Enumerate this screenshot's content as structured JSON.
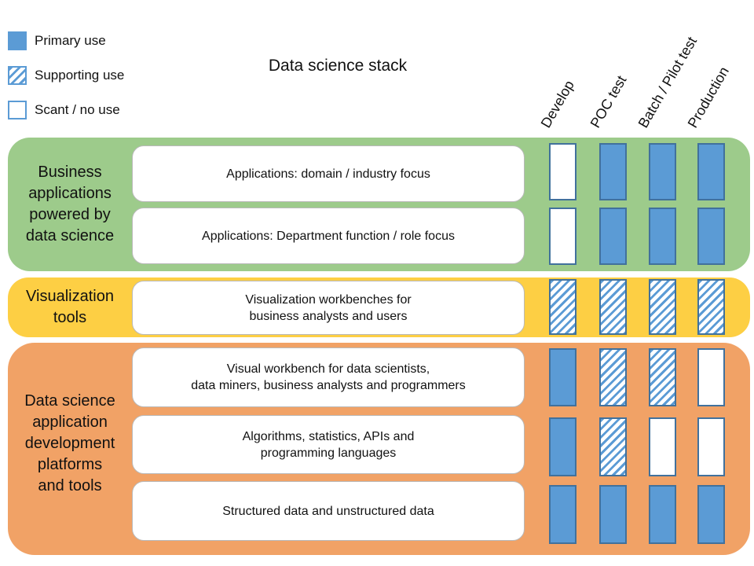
{
  "title": "Data science stack",
  "colors": {
    "primary_blue": "#5B9BD5",
    "cell_border": "#41719C",
    "green_band": "#9DCB8B",
    "yellow_band": "#FDCF44",
    "orange_band": "#F1A266"
  },
  "legend": {
    "items": [
      {
        "label": "Primary use",
        "fill": "primary"
      },
      {
        "label": "Supporting use",
        "fill": "supporting"
      },
      {
        "label": "Scant / no use",
        "fill": "none"
      }
    ]
  },
  "columns": [
    "Develop",
    "POC test",
    "Batch / Pilot test",
    "Production"
  ],
  "bands": [
    {
      "label": "Business applications powered by data science",
      "label_lines": [
        "Business",
        "applications",
        "powered by",
        "data science"
      ],
      "color": "#9DCB8B",
      "rows": [
        {
          "lines": [
            "Applications: domain / industry focus"
          ],
          "cells": [
            "none",
            "primary",
            "primary",
            "primary"
          ]
        },
        {
          "lines": [
            "Applications: Department function / role focus"
          ],
          "cells": [
            "none",
            "primary",
            "primary",
            "primary"
          ]
        }
      ]
    },
    {
      "label": "Visualization tools",
      "label_lines": [
        "Visualization",
        "tools"
      ],
      "color": "#FDCF44",
      "rows": [
        {
          "lines": [
            "Visualization workbenches for",
            "business analysts and users"
          ],
          "cells": [
            "supporting",
            "supporting",
            "supporting",
            "supporting"
          ]
        }
      ]
    },
    {
      "label": "Data science application development platforms and tools",
      "label_lines": [
        "Data science",
        "application",
        "development",
        "platforms",
        "and tools"
      ],
      "color": "#F1A266",
      "rows": [
        {
          "lines": [
            "Visual workbench for data scientists,",
            "data miners, business analysts and programmers"
          ],
          "cells": [
            "primary",
            "supporting",
            "supporting",
            "none"
          ]
        },
        {
          "lines": [
            "Algorithms,  statistics, APIs and",
            "programming  languages"
          ],
          "cells": [
            "primary",
            "supporting",
            "none",
            "none"
          ]
        },
        {
          "lines": [
            "Structured data and unstructured data"
          ],
          "cells": [
            "primary",
            "primary",
            "primary",
            "primary"
          ]
        }
      ]
    }
  ]
}
